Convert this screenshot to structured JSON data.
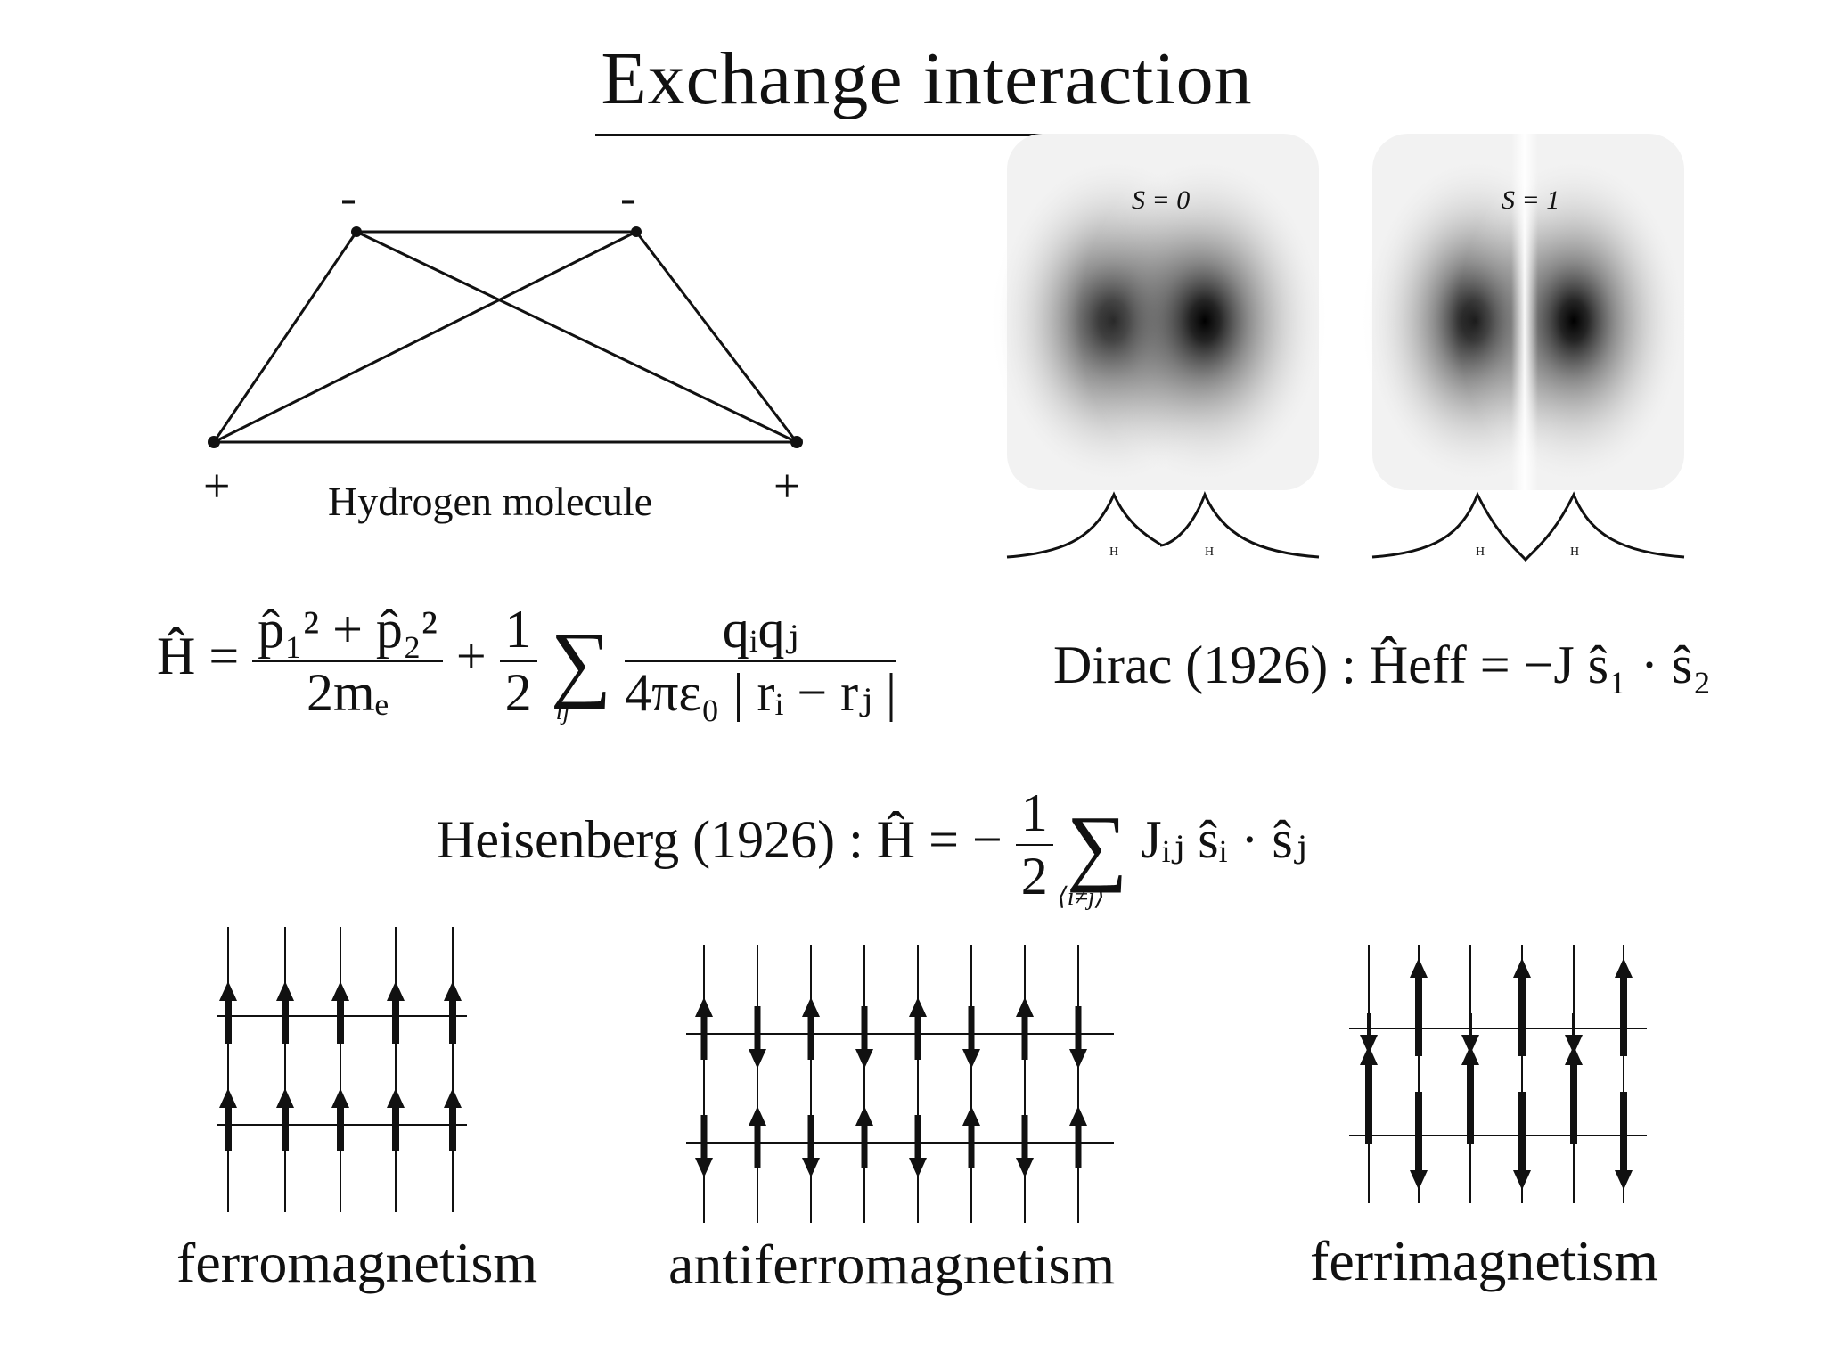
{
  "title": "Exchange interaction",
  "molecule": {
    "caption": "Hydrogen molecule",
    "electron_sign": "-",
    "proton_sign": "+"
  },
  "densities": {
    "panels": [
      {
        "label": "S = 0",
        "nucleus_a": "H",
        "nucleus_b": "H"
      },
      {
        "label": "S = 1",
        "nucleus_a": "H",
        "nucleus_b": "H"
      }
    ]
  },
  "equations": {
    "hamiltonian": {
      "lhs": "Ĥ =",
      "kinetic_num": "p̂₁² + p̂₂²",
      "kinetic_den": "2mₑ",
      "plus": "+",
      "half_num": "1",
      "half_den": "2",
      "sum_index": "ij",
      "coulomb_num": "qᵢqⱼ",
      "coulomb_den": "4πε₀ | rᵢ − rⱼ |"
    },
    "dirac": {
      "name": "Dirac (1926) :",
      "formula": "Ĥeff = −J ŝ₁ · ŝ₂"
    },
    "heisenberg": {
      "name": "Heisenberg (1926) :",
      "lhs": "Ĥ = −",
      "half_num": "1",
      "half_den": "2",
      "sum_index": "⟨i≠j⟩",
      "term": "Jᵢⱼ ŝᵢ · ŝⱼ"
    }
  },
  "lattices": {
    "ferromagnetism": "ferromagnetism",
    "antiferromagnetism": "antiferromagnetism",
    "ferrimagnetism": "ferrimagnetism"
  }
}
